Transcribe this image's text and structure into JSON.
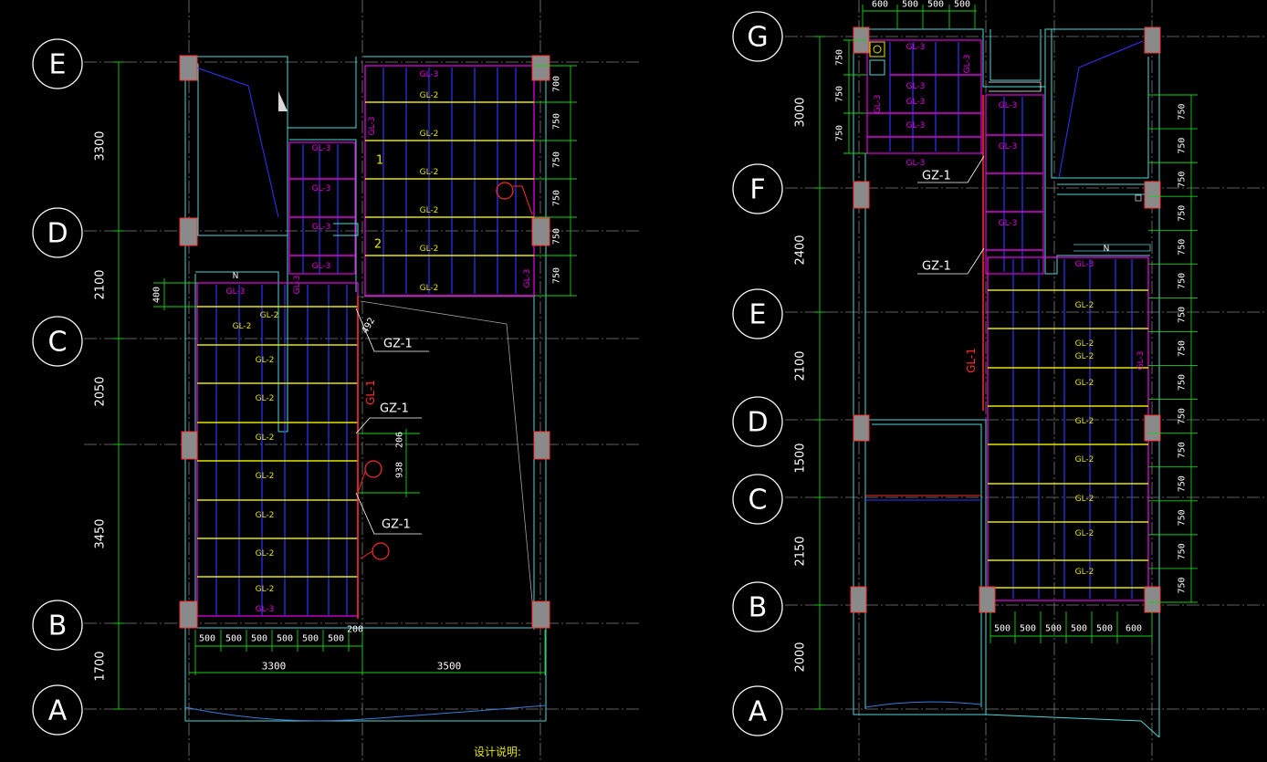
{
  "left_plan": {
    "axes": [
      "E",
      "D",
      "C",
      "B",
      "A"
    ],
    "axis_dims": [
      "3300",
      "2100",
      "2050",
      "3450",
      "1700"
    ],
    "bottom_dims": [
      "500",
      "500",
      "500",
      "500",
      "500",
      "500",
      "200"
    ],
    "bottom_totals": [
      "3300",
      "3500"
    ],
    "right_dims": [
      "700",
      "750",
      "750",
      "750",
      "750",
      "750"
    ],
    "side_dim": "400",
    "gl2_labels": [
      "GL-2",
      "GL-2",
      "GL-2",
      "GL-2",
      "GL-2",
      "GL-2",
      "GL-2",
      "GL-2",
      "GL-2",
      "GL-2",
      "GL-2",
      "GL-2",
      "GL-2",
      "GL-2",
      "GL-2"
    ],
    "gl3_labels": [
      "GL-3",
      "GL-3",
      "GL-3",
      "GL-3",
      "GL-3",
      "GL-3",
      "GL-3",
      "GL-3",
      "GL-3",
      "GL-3"
    ],
    "gl1_label": "GL-1",
    "gz_labels": [
      "GZ-1",
      "GZ-1",
      "GZ-1"
    ],
    "small_dims": [
      "492",
      "206",
      "938"
    ],
    "step_numbers": [
      "1",
      "2"
    ],
    "n_mark": "N"
  },
  "right_plan": {
    "axes": [
      "G",
      "F",
      "E",
      "D",
      "C",
      "B",
      "A"
    ],
    "axis_dims": [
      "3000",
      "2400",
      "2100",
      "1500",
      "2150",
      "2000"
    ],
    "top_dims": [
      "600",
      "500",
      "500",
      "500"
    ],
    "bottom_dims": [
      "500",
      "500",
      "500",
      "500",
      "500",
      "600"
    ],
    "left_dims": [
      "750",
      "750",
      "750"
    ],
    "right_dims": [
      "750",
      "750",
      "750",
      "750",
      "750",
      "750",
      "750",
      "750",
      "750",
      "750",
      "750",
      "750",
      "750",
      "750",
      "750"
    ],
    "gl2_labels": [
      "GL-2",
      "GL-2",
      "GL-2",
      "GL-2",
      "GL-2",
      "GL-2",
      "GL-2",
      "GL-2",
      "GL-2"
    ],
    "gl3_labels": [
      "GL-3",
      "GL-3",
      "GL-3",
      "GL-3",
      "GL-3",
      "GL-3",
      "GL-3",
      "GL-3",
      "GL-3",
      "GL-3",
      "GL-3",
      "GL-3"
    ],
    "gl1_label": "GL-1",
    "gz_labels": [
      "GZ-1",
      "GZ-1"
    ],
    "n_mark": "N"
  },
  "footer_note": "设计说明:",
  "colors": {
    "background": "#000000",
    "wall": "#4fd6d6",
    "beam_blue": "#3333ff",
    "beam_yellow": "#e5e500",
    "beam_magenta": "#e000e0",
    "beam_red": "#ff2a2a",
    "dimension": "#16d116",
    "column": "#8a8a8a"
  }
}
